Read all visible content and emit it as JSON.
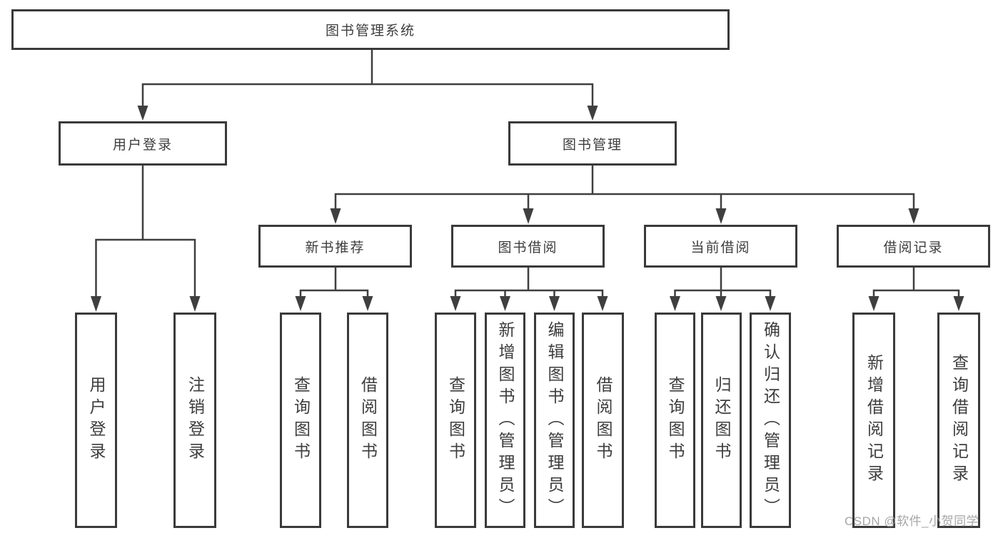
{
  "tree": {
    "root": {
      "label": "图书管理系统",
      "children": [
        {
          "label": "用户登录",
          "children": [
            {
              "label": "用户登录"
            },
            {
              "label": "注销登录"
            }
          ]
        },
        {
          "label": "图书管理",
          "children": [
            {
              "label": "新书推荐",
              "children": [
                {
                  "label": "查询图书"
                },
                {
                  "label": "借阅图书"
                }
              ]
            },
            {
              "label": "图书借阅",
              "children": [
                {
                  "label": "查询图书"
                },
                {
                  "label": "新增图书（管理员）"
                },
                {
                  "label": "编辑图书（管理员）"
                },
                {
                  "label": "借阅图书"
                }
              ]
            },
            {
              "label": "当前借阅",
              "children": [
                {
                  "label": "查询图书"
                },
                {
                  "label": "归还图书"
                },
                {
                  "label": "确认归还（管理员）"
                }
              ]
            },
            {
              "label": "借阅记录",
              "children": [
                {
                  "label": "新增借阅记录"
                },
                {
                  "label": "查询借阅记录"
                }
              ]
            }
          ]
        }
      ]
    }
  },
  "watermark": "CSDN @软件_小贺同学",
  "colors": {
    "line": "#3f3f3f",
    "box_border": "#3a3a3a",
    "text": "#3d3d3d",
    "watermark": "#9e9e9e",
    "background": "#ffffff"
  }
}
